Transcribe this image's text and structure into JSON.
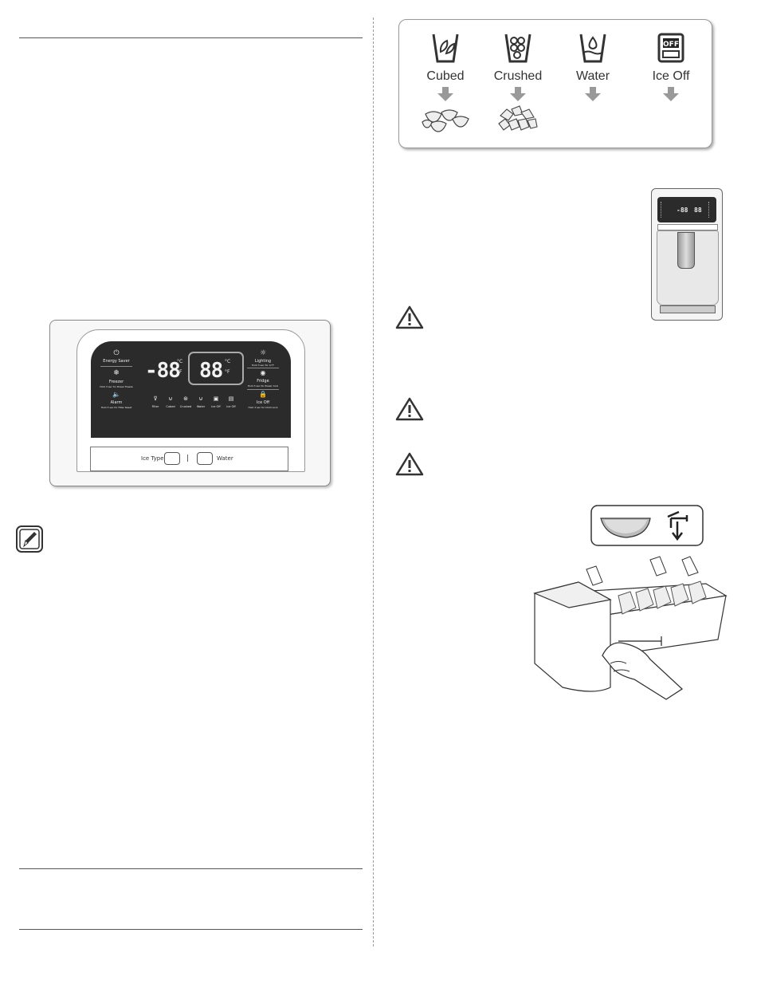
{
  "ice_types": [
    {
      "label": "Cubed",
      "icon": "cubed-cup-icon"
    },
    {
      "label": "Crushed",
      "icon": "crushed-cup-icon"
    },
    {
      "label": "Water",
      "icon": "water-cup-icon"
    },
    {
      "label": "Ice Off",
      "icon": "ice-off-icon"
    }
  ],
  "control_panel": {
    "left": {
      "energy_saver": "Energy Saver",
      "freezer": "Freezer",
      "freezer_sub": "Hold 3 sec for Power Freeze",
      "alarm": "Alarm",
      "alarm_sub": "Hold 3 sec for Filter Reset"
    },
    "freezer_temp": "-88",
    "fridge_temp": "88",
    "unit_c": "°C",
    "unit_f": "°F",
    "right": {
      "lighting": "Lighting",
      "lighting_sub": "Hold 3 sec for C/°F",
      "fridge": "Fridge",
      "fridge_sub": "Hold 3 sec for Power Cool",
      "ice_off": "Ice Off",
      "ice_off_sub": "Hold 3 sec for Child Lock"
    },
    "status_icons": [
      "Filter",
      "Cubed",
      "Crushed",
      "Water",
      "Ice Off",
      "Ice Off"
    ],
    "buttons": {
      "ice_type": "Ice Type",
      "separator": "|",
      "water": "Water"
    }
  },
  "dispenser": {
    "freezer_temp": "-88",
    "fridge_temp": "88"
  },
  "icons": {
    "note": "note-pencil-icon",
    "warning": "warning-triangle-icon"
  }
}
